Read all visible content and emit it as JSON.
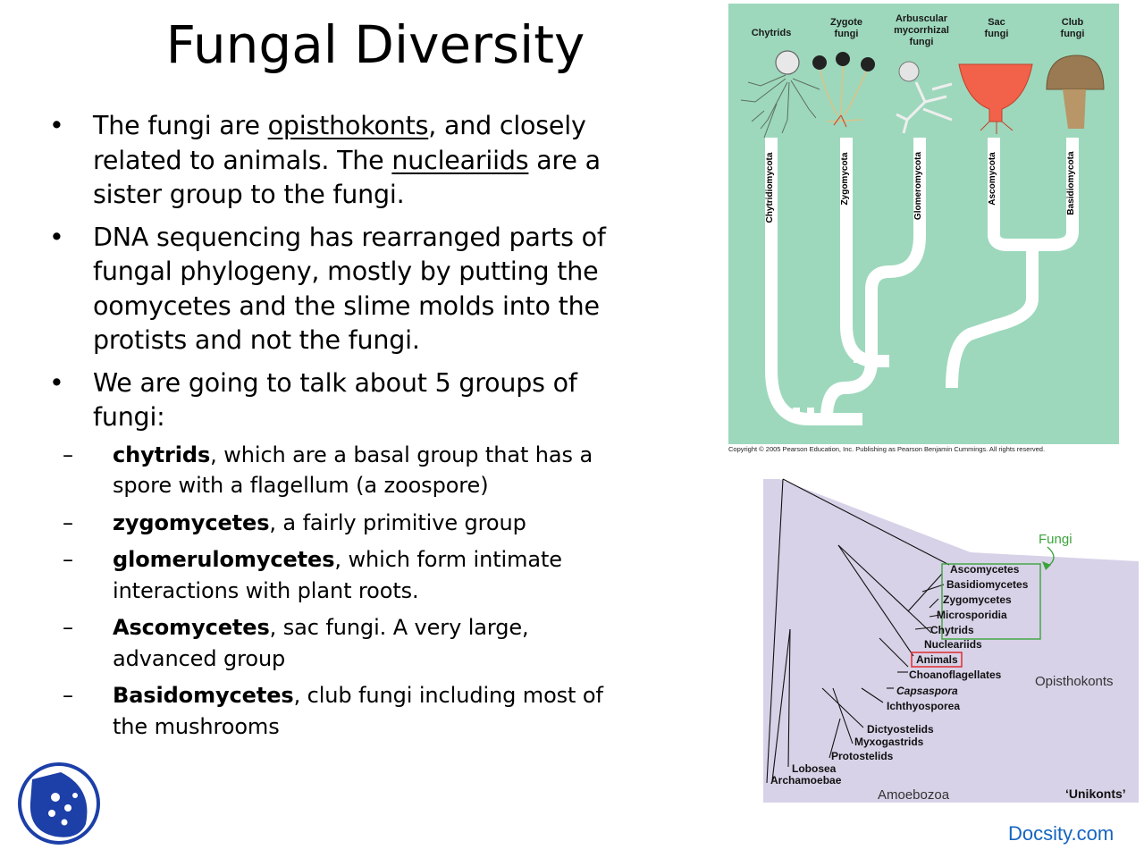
{
  "slide": {
    "title": "Fungal Diversity",
    "bullets": [
      {
        "before": "The fungi are ",
        "link1": "opisthokonts",
        "middle": ", and closely related to animals.  The ",
        "link2": "nucleariids",
        "after": " are a sister group to the fungi."
      },
      {
        "text": "DNA sequencing has rearranged parts of fungal phylogeny, mostly by putting the oomycetes and the slime molds into the protists and not the fungi."
      },
      {
        "text": "We are going to talk about 5 groups of fungi:"
      }
    ],
    "subitems": [
      {
        "term": "chytrids",
        "rest": ", which are a basal group that has a spore with a flagellum (a zoospore)"
      },
      {
        "term": "zygomycetes",
        "rest": ", a fairly primitive group"
      },
      {
        "term": "glomerulomycetes",
        "rest": ", which form intimate interactions with plant roots."
      },
      {
        "term": "Ascomycetes",
        "rest": ", sac fungi.  A very large, advanced group"
      },
      {
        "term": "Basidomycetes",
        "rest": ", club fungi including most of the mushrooms"
      }
    ],
    "bullet_glyph": "•",
    "dash_glyph": "–"
  },
  "figure1": {
    "group_labels": [
      {
        "line1": "Chytrids",
        "line2": "",
        "line3": ""
      },
      {
        "line1": "Zygote",
        "line2": "fungi",
        "line3": ""
      },
      {
        "line1": "Arbuscular",
        "line2": "mycorrhizal",
        "line3": "fungi"
      },
      {
        "line1": "Sac",
        "line2": "fungi",
        "line3": ""
      },
      {
        "line1": "Club",
        "line2": "fungi",
        "line3": ""
      }
    ],
    "phyla": [
      "Chytridiomycota",
      "Zygomycota",
      "Glomeromycota",
      "Ascomycota",
      "Basidiomycota"
    ],
    "copyright": "Copyright © 2005 Pearson Education, Inc. Publishing as Pearson Benjamin Cummings. All rights reserved.",
    "colors": {
      "background": "#9dd8bc",
      "branch": "#ffffff",
      "sac": "#f2624a",
      "club": "#9a7a52"
    }
  },
  "figure2": {
    "fungi_label": "Fungi",
    "taxa": [
      "Ascomycetes",
      "Basidiomycetes",
      "Zygomycetes",
      "Microsporidia",
      "Chytrids",
      "Nucleariids",
      "Animals",
      "Choanoflagellates",
      "Capsaspora",
      "Ichthyosporea",
      "Dictyostelids",
      "Myxogastrids",
      "Protostelids",
      "Lobosea",
      "Archamoebae"
    ],
    "group_labels": {
      "opisthokonts": "Opisthokonts",
      "amoebozoa": "Amoebozoa",
      "unikonts": "‘Unikonts’"
    },
    "colors": {
      "panel": "#d8d2e8",
      "fungi_box": "#3ca33c",
      "animals_box": "#e02020"
    }
  },
  "footer": {
    "brand": "Docsity.com",
    "brand_color": "#1565c0"
  }
}
